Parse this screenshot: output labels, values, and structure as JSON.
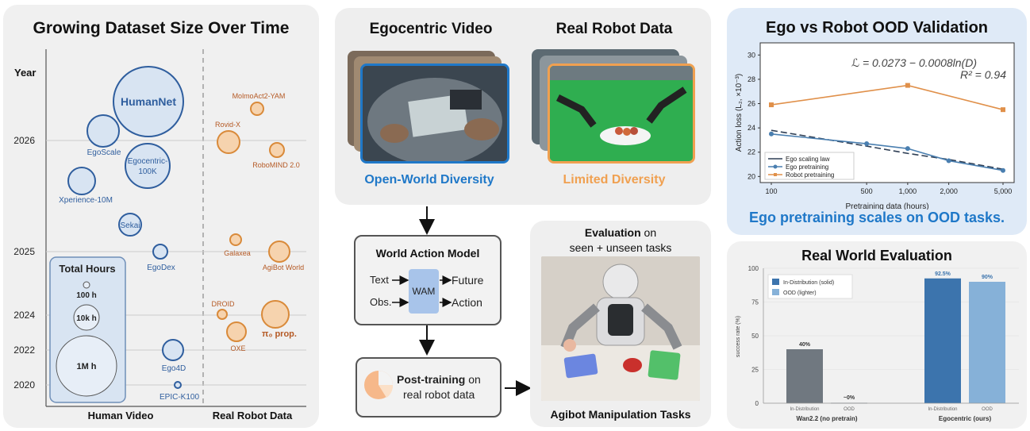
{
  "dataset_panel": {
    "title": "Growing Dataset Size Over Time",
    "year_label": "Year",
    "years": [
      "2026",
      "2025",
      "2024",
      "2022",
      "2020"
    ],
    "human_label": "Human Video",
    "robot_label": "Real Robot Data",
    "total_hours": {
      "title": "Total Hours",
      "small": "100 h",
      "medium": "10k h",
      "large": "1M h"
    },
    "human_datasets": [
      {
        "name": "HumanNet"
      },
      {
        "name": "EgoScale"
      },
      {
        "name": "Egocentric-100K",
        "line1": "Egocentric-",
        "line2": "100K"
      },
      {
        "name": "Xperience-10M"
      },
      {
        "name": "Sekai"
      },
      {
        "name": "EgoDex"
      },
      {
        "name": "Ego4D"
      },
      {
        "name": "EPIC-K100"
      }
    ],
    "robot_datasets": [
      {
        "name": "MolmoAct2-YAM"
      },
      {
        "name": "Rovid-X"
      },
      {
        "name": "RoboMIND 2.0"
      },
      {
        "name": "Galaxea"
      },
      {
        "name": "AgiBot World"
      },
      {
        "name": "DROID"
      },
      {
        "name": "OXE"
      },
      {
        "name": "π₀ prop."
      }
    ],
    "colors": {
      "human": "#2f5e9e",
      "human_fill": "#d8e4f2",
      "robot": "#d98a3a",
      "robot_fill": "#f6d3ae"
    }
  },
  "data_panel": {
    "ego_title": "Egocentric Video",
    "robot_title": "Real Robot Data",
    "ego_caption": "Open-World Diversity",
    "robot_caption": "Limited Diversity",
    "ego_color": "#1f78c8",
    "robot_color": "#f0a050"
  },
  "wam": {
    "title": "World Action Model",
    "center": "WAM",
    "inputs": [
      "Text",
      "Obs."
    ],
    "outputs": [
      "Future",
      "Action"
    ]
  },
  "posttrain": {
    "bold": "Post-training",
    "rest1": " on",
    "rest2": "real robot data"
  },
  "evaluation": {
    "bold": "Evaluation",
    "rest1": " on",
    "line2": "seen + unseen tasks",
    "caption": "Agibot Manipulation Tasks"
  },
  "ood_panel": {
    "title": "Ego vs Robot OOD Validation",
    "caption": "Ego pretraining scales on OOD tasks.",
    "chart_data": {
      "type": "line",
      "xlabel": "Pretraining data (hours)",
      "ylabel": "Action loss (L₂, ×10⁻³)",
      "x_scale": "log",
      "x_ticks": [
        "100",
        "500",
        "1,000",
        "2,000",
        "5,000"
      ],
      "y_ticks": [
        "20",
        "22",
        "24",
        "26",
        "28",
        "30"
      ],
      "ylim": [
        19.5,
        31
      ],
      "equation": "ℒ = 0.0273 − 0.0008ln(D)",
      "r2": "R² = 0.94",
      "x": [
        100,
        500,
        1000,
        2000,
        5000
      ],
      "series": [
        {
          "name": "Ego scaling law",
          "values": [
            23.8,
            22.5,
            21.9,
            21.4,
            20.6
          ]
        },
        {
          "name": "Ego pretraining",
          "values": [
            23.5,
            22.7,
            22.3,
            21.3,
            20.5
          ]
        },
        {
          "name": "Robot pretraining",
          "values": [
            25.9,
            null,
            27.5,
            null,
            25.5
          ]
        }
      ],
      "legend_position": "lower-left"
    }
  },
  "realworld_panel": {
    "title": "Real World Evaluation",
    "chart_data": {
      "type": "bar",
      "ylabel": "success rate (%)",
      "ylim": [
        0,
        100
      ],
      "y_ticks": [
        "0",
        "25",
        "50",
        "75",
        "100"
      ],
      "groups": [
        "Wan2.2 (no pretrain)",
        "Egocentric (ours)"
      ],
      "sub_labels": [
        "In-Distribution",
        "OOD"
      ],
      "series": [
        {
          "name": "In-Distribution (solid)",
          "values": [
            40,
            92.5
          ]
        },
        {
          "name": "OOD (lighter)",
          "values": [
            0.5,
            90
          ]
        }
      ],
      "value_labels": [
        [
          "40%",
          "~0%"
        ],
        [
          "92.5%",
          "90%"
        ]
      ],
      "colors": {
        "wan_id": "#707880",
        "wan_ood": "#c6cbd0",
        "ego_id": "#3c74ad",
        "ego_ood": "#86b1d8"
      }
    }
  }
}
